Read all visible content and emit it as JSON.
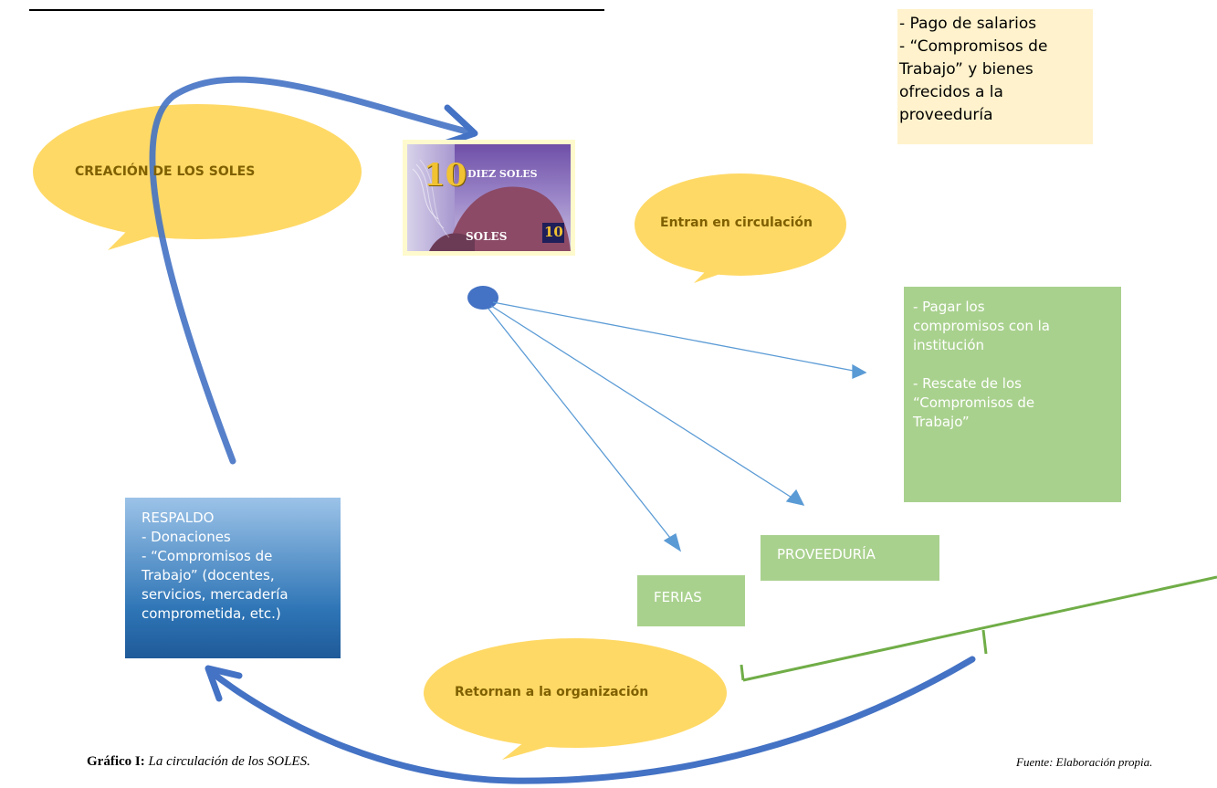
{
  "salary_note": {
    "lines": [
      "- Pago de salarios",
      "- “Compromisos de",
      "Trabajo” y bienes",
      "ofrecidos a la",
      "proveeduría"
    ]
  },
  "bubbles": {
    "creacion": "CREACIÓN DE LOS SOLES",
    "entran": "Entran en circulación",
    "retornan": "Retornan a la organización"
  },
  "banknote": {
    "denomination": "10",
    "name": "DIEZ SOLES",
    "currency": "SOLES"
  },
  "compromisos_box": {
    "lines": [
      "- Pagar los",
      "compromisos con la",
      "institución",
      "",
      "- Rescate de los",
      "“Compromisos de",
      "Trabajo”"
    ]
  },
  "proveeduria_box": {
    "label": "PROVEEDURÍA"
  },
  "ferias_box": {
    "label": "FERIAS"
  },
  "respaldo_box": {
    "lines": [
      "RESPALDO",
      "- Donaciones",
      "- “Compromisos de",
      "Trabajo” (docentes,",
      "servicios, mercadería",
      "comprometida, etc.)"
    ]
  },
  "caption": {
    "title": "Gráfico I:",
    "text": "La circulación de los SOLES.",
    "source": "Fuente: Elaboración propia."
  },
  "colors": {
    "bubble": "#ffd966",
    "green_box": "#a9d18e",
    "blue_arrow": "#4472c4",
    "thin_arrow": "#5b9bd5",
    "green_bracket": "#70ad47",
    "note_bg": "#fff2cc"
  }
}
